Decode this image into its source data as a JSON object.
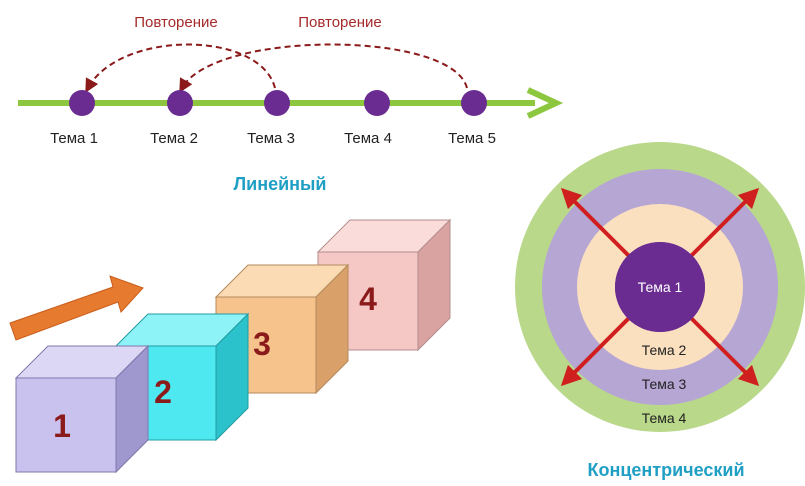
{
  "linear": {
    "title": "Линейный",
    "repeat_labels": [
      "Повторение",
      "Повторение"
    ],
    "topics": [
      "Тема 1",
      "Тема 2",
      "Тема 3",
      "Тема 4",
      "Тема 5"
    ],
    "colors": {
      "line": "#8dc63f",
      "node": "#6a2c91",
      "repeat": "#8b1a1a"
    }
  },
  "spiral": {
    "cubes": [
      {
        "label": "1",
        "front": "#c9c2ee",
        "top": "#dcd7f5",
        "side": "#9f98cf"
      },
      {
        "label": "2",
        "front": "#4ee8f0",
        "top": "#8ef3f7",
        "side": "#2cc2cb"
      },
      {
        "label": "3",
        "front": "#f6c38d",
        "top": "#fbdbb4",
        "side": "#d9a06a"
      },
      {
        "label": "4",
        "front": "#f5c7c5",
        "top": "#fadcdb",
        "side": "#d9a3a1"
      }
    ],
    "arrow_color": "#e67a2e"
  },
  "concentric": {
    "title": "Концентрический",
    "core_label": "Тема 1",
    "ring_labels": [
      "Тема 2",
      "Тема 3",
      "Тема 4"
    ],
    "colors": {
      "ring4": "#b9d88a",
      "ring3": "#b6a6d3",
      "ring2": "#fbe0c0",
      "core": "#6a2c91",
      "arrows": "#d01f1f"
    }
  }
}
